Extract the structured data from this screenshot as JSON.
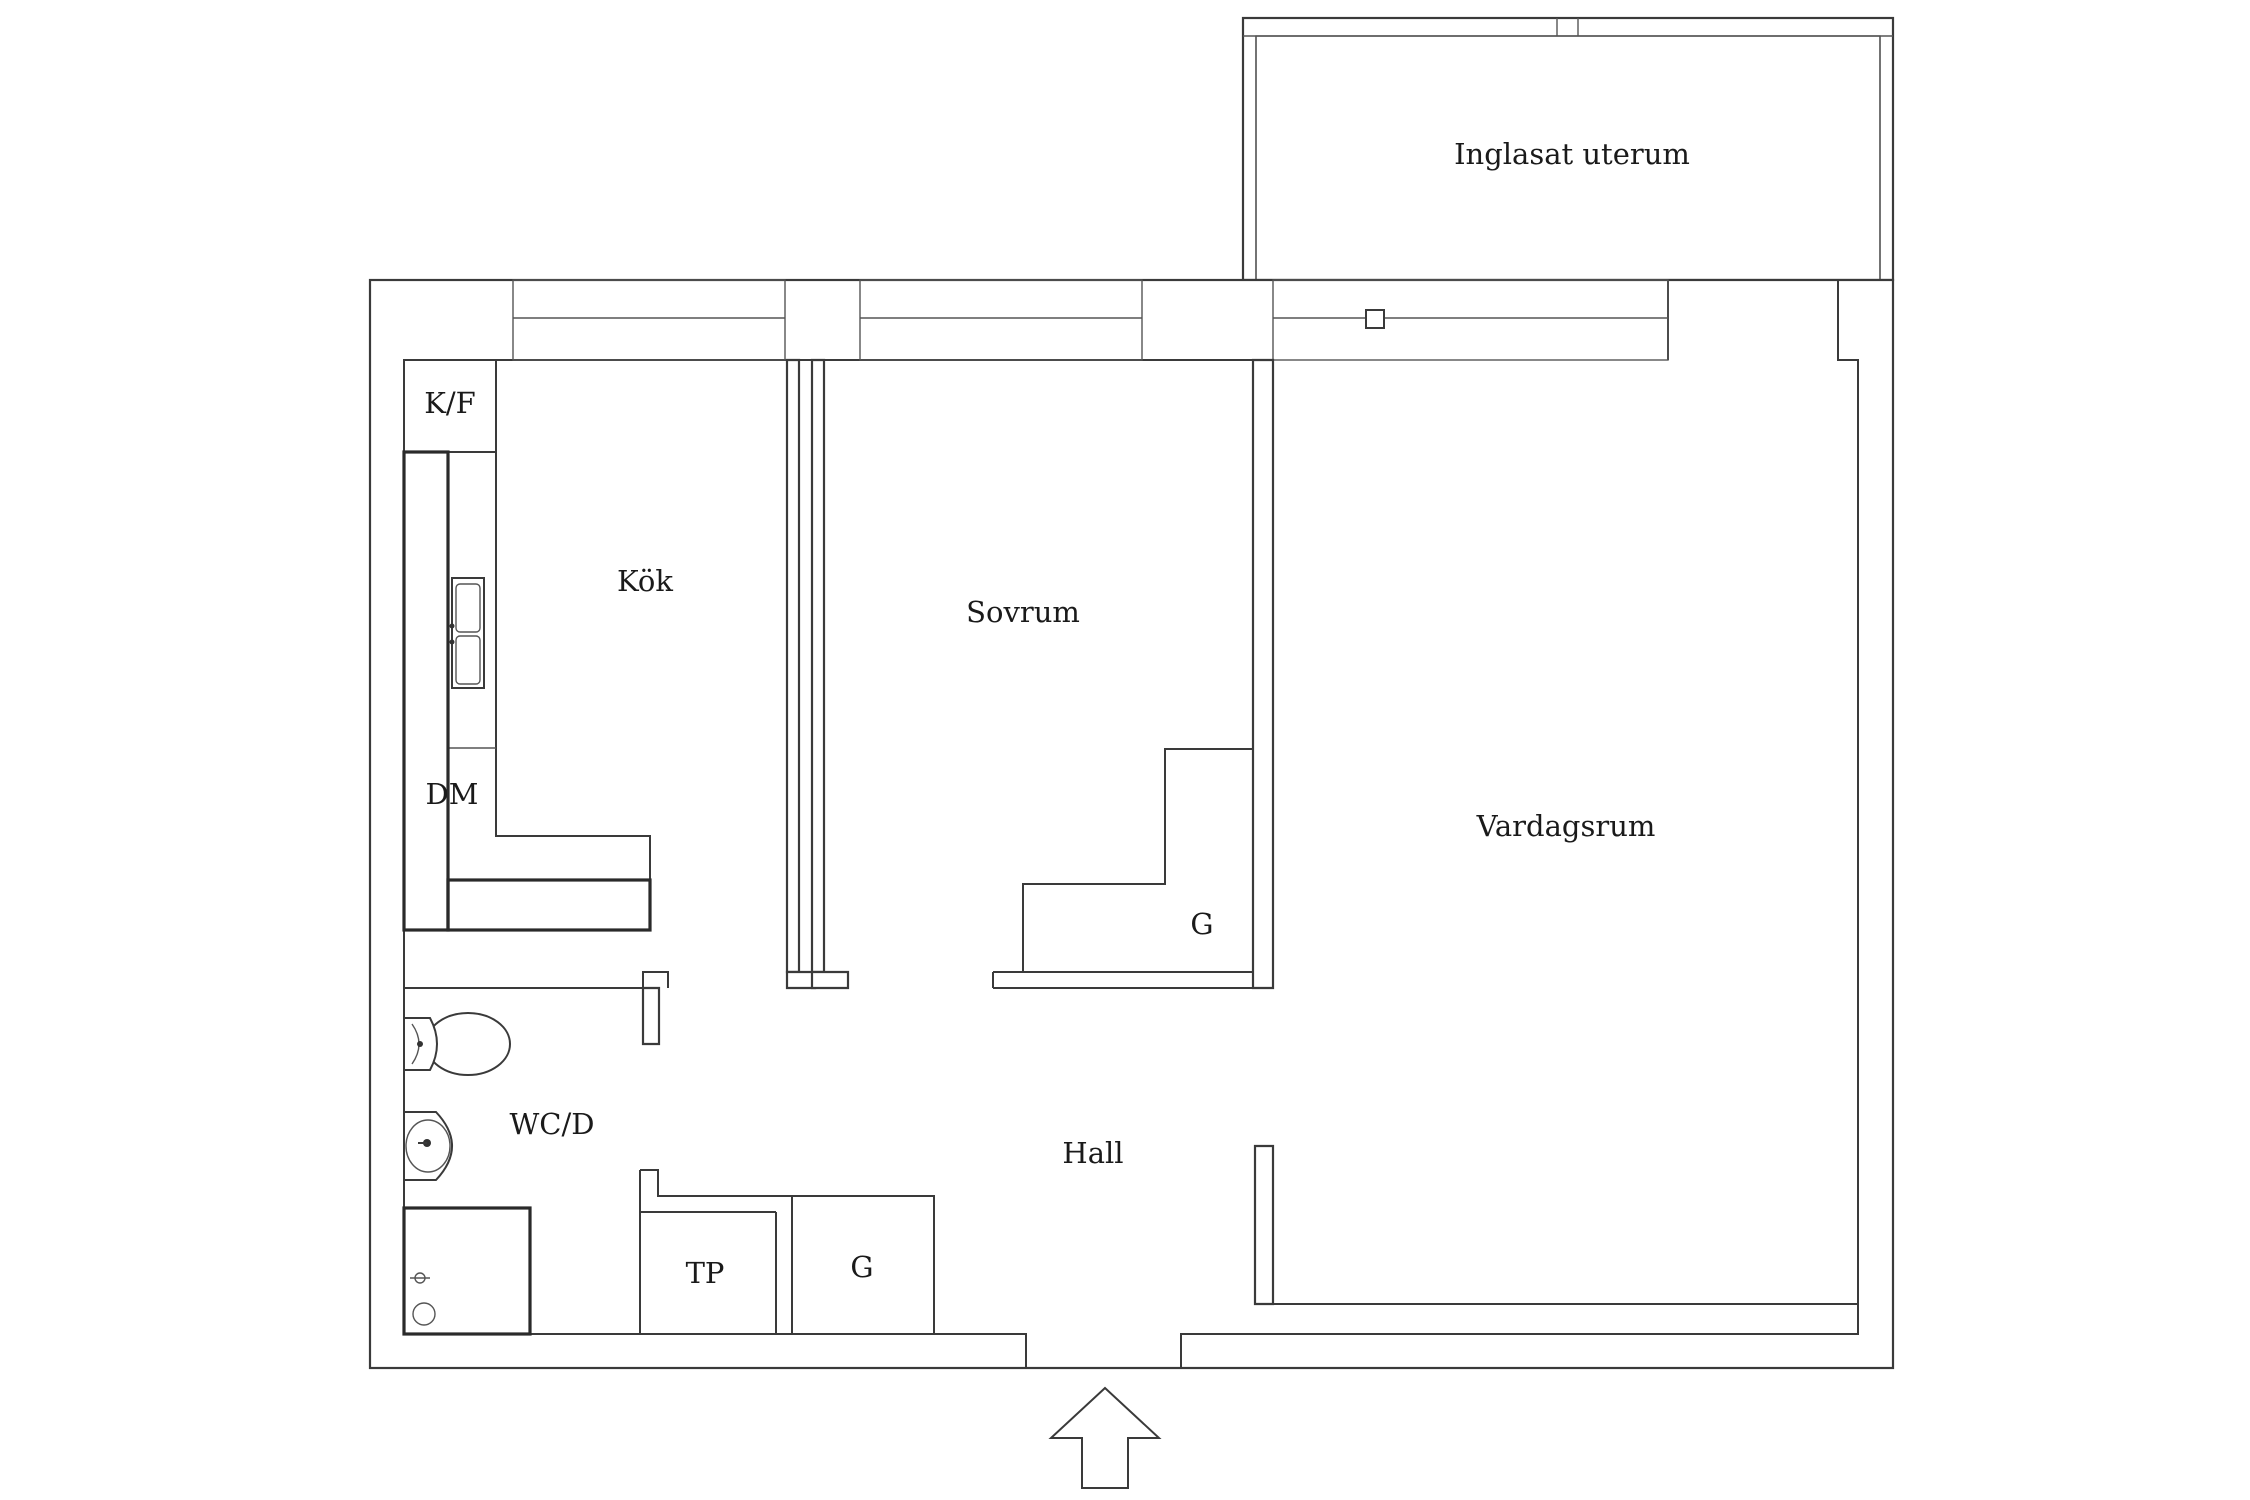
{
  "rooms": {
    "kok": "Kök",
    "sovrum": "Sovrum",
    "vardagsrum": "Vardagsrum",
    "uterum": "Inglasat uterum",
    "hall": "Hall",
    "wcd": "WC/D",
    "tp": "TP",
    "g_sovrum": "G",
    "g_hall": "G"
  },
  "fixtures": {
    "kf": "K/F",
    "dm": "DM"
  },
  "icons": {
    "entrance": "entrance-arrow-icon",
    "toilet": "toilet-icon",
    "sink": "washbasin-icon",
    "shower": "shower-icon",
    "kitchen_sink": "kitchen-sink-icon"
  }
}
